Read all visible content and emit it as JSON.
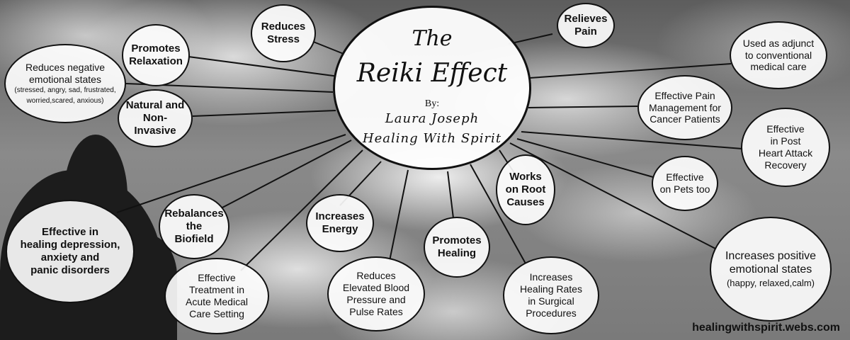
{
  "center": {
    "title_the": "The",
    "title_main": "Reiki Effect",
    "by": "By:",
    "author": "Laura Joseph",
    "org": "Healing With Spirit"
  },
  "nodes": {
    "reduces_negative": {
      "line1": "Reduces negative",
      "line2": "emotional states",
      "sub1": "(stressed, angry, sad, frustrated,",
      "sub2": "worried,scared, anxious)"
    },
    "promotes_relaxation": {
      "line1": "Promotes",
      "line2": "Relaxation"
    },
    "reduces_stress": {
      "line1": "Reduces",
      "line2": "Stress"
    },
    "relieves_pain": {
      "line1": "Relieves",
      "line2": "Pain"
    },
    "adjunct": {
      "line1": "Used as adjunct",
      "line2": "to conventional",
      "line3": "medical care"
    },
    "natural": {
      "line1": "Natural and",
      "line2": "Non-Invasive"
    },
    "pain_cancer": {
      "line1": "Effective Pain",
      "line2": "Management for",
      "line3": "Cancer Patients"
    },
    "heart_attack": {
      "line1": "Effective",
      "line2": "in Post",
      "line3": "Heart Attack",
      "line4": "Recovery"
    },
    "pets": {
      "line1": "Effective",
      "line2": "on Pets too"
    },
    "root_causes": {
      "line1": "Works",
      "line2": "on Root",
      "line3": "Causes"
    },
    "depression": {
      "line1": "Effective in",
      "line2": "healing depression,",
      "line3": "anxiety and",
      "line4": "panic disorders"
    },
    "biofield": {
      "line1": "Rebalances",
      "line2": "the Biofield"
    },
    "energy": {
      "line1": "Increases",
      "line2": "Energy"
    },
    "healing": {
      "line1": "Promotes",
      "line2": "Healing"
    },
    "positive": {
      "line1": "Increases positive",
      "line2": "emotional states",
      "sub": "(happy, relaxed,calm)"
    },
    "acute": {
      "line1": "Effective",
      "line2": "Treatment in",
      "line3": "Acute Medical",
      "line4": "Care Setting"
    },
    "blood_pressure": {
      "line1": "Reduces",
      "line2": "Elevated Blood",
      "line3": "Pressure and",
      "line4": "Pulse Rates"
    },
    "surgical": {
      "line1": "Increases",
      "line2": "Healing Rates",
      "line3": "in Surgical",
      "line4": "Procedures"
    }
  },
  "website": "healingwithspirit.webs.com"
}
